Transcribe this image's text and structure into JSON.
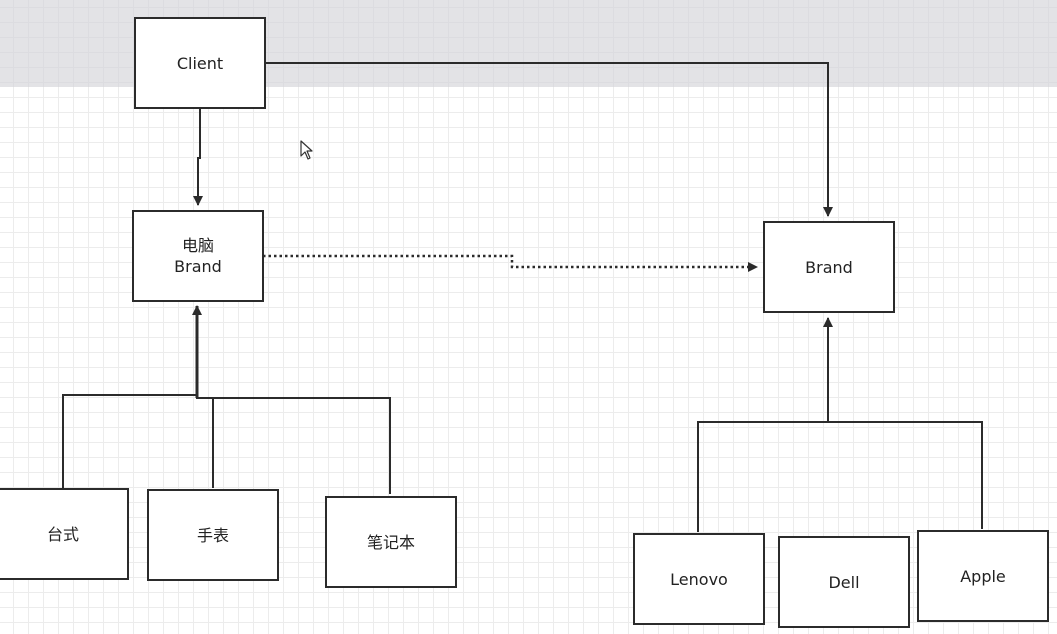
{
  "diagram": {
    "nodes": {
      "client": "Client",
      "computer_brand_line1": "电脑",
      "computer_brand_line2": "Brand",
      "brand": "Brand",
      "desktop": "台式",
      "watch": "手表",
      "laptop": "笔记本",
      "lenovo": "Lenovo",
      "dell": "Dell",
      "apple": "Apple"
    }
  }
}
